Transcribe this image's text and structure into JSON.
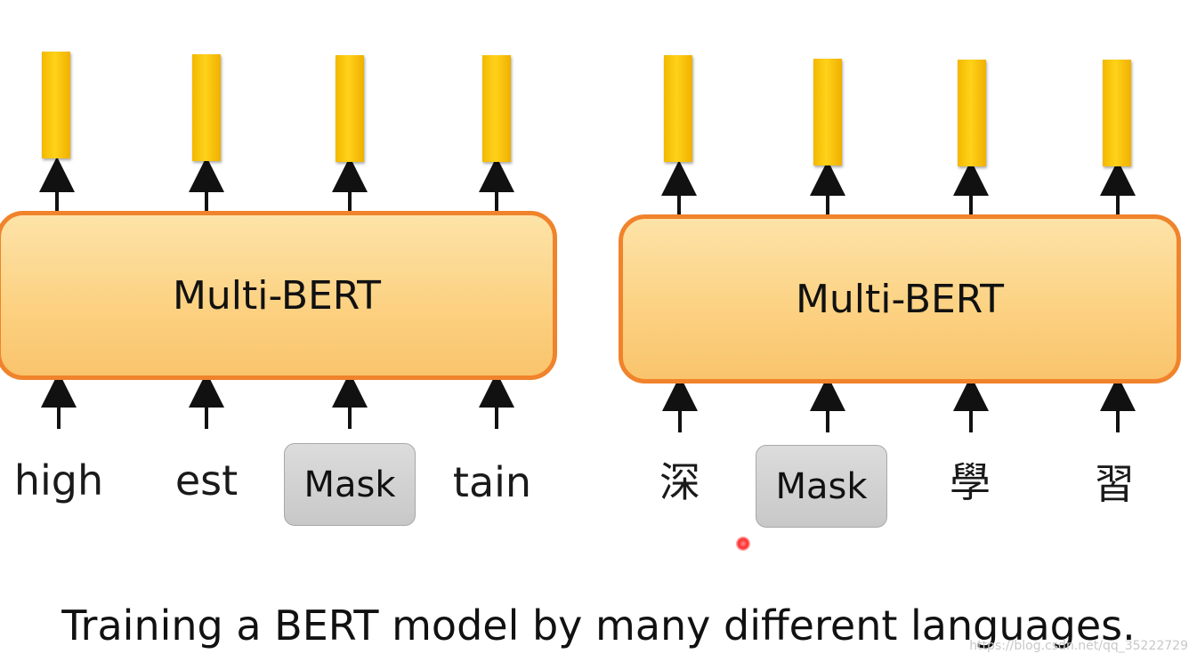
{
  "left_panel": {
    "model_label": "Multi-BERT",
    "tokens": [
      "high",
      "est",
      "Mask",
      "tain"
    ]
  },
  "right_panel": {
    "model_label": "Multi-BERT",
    "tokens": [
      "深",
      "Mask",
      "學",
      "習"
    ]
  },
  "caption": "Training a BERT model by many different languages.",
  "watermark": "https://blog.csdn.net/qq_35222729",
  "colors": {
    "output_vector": "#ffc400",
    "model_fill": "#fcd283",
    "model_border": "#f0832b",
    "mask_fill": "#d0d0d0"
  }
}
